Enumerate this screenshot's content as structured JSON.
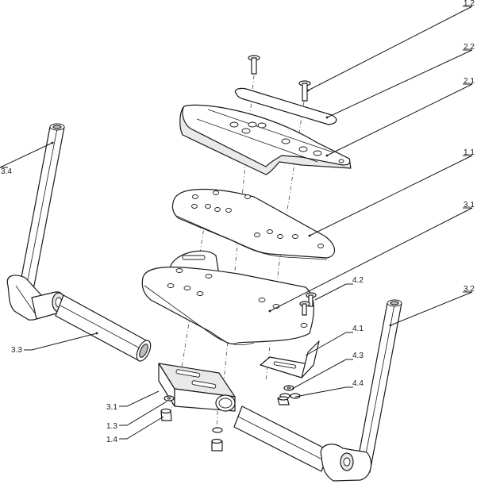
{
  "callouts": {
    "c_1_2": "1.2",
    "c_2_2": "2.2",
    "c_2_1": "2.1",
    "c_1_1": "1.1",
    "c_3_1_top": "3.1",
    "c_3_2": "3.2",
    "c_3_4": "3.4",
    "c_4_2": "4.2",
    "c_4_1": "4.1",
    "c_4_3": "4.3",
    "c_4_4": "4.4",
    "c_3_3": "3.3",
    "c_3_1_bottom": "3.1",
    "c_1_3": "1.3",
    "c_1_4": "1.4"
  }
}
